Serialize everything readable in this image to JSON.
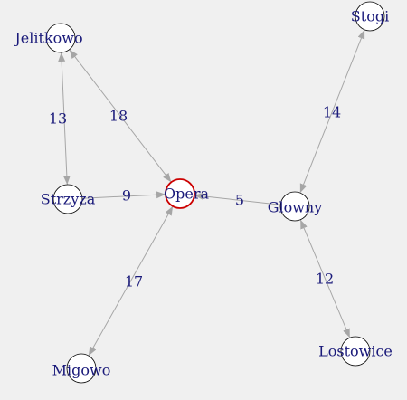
{
  "graph": {
    "colors": {
      "background": "#f0f0f0",
      "edge": "#a6a6a6",
      "arrow": "#a6a6a6",
      "node_stroke": "#000000",
      "node_fill": "#ffffff",
      "highlight_stroke": "#cc0000",
      "label": "#1a1a7a"
    },
    "nodes": [
      {
        "id": "opera",
        "label": "Opera",
        "highlight": true
      },
      {
        "id": "jelitkowo",
        "label": "Jelitkowo",
        "highlight": false
      },
      {
        "id": "stogi",
        "label": "Stogi",
        "highlight": false
      },
      {
        "id": "strzyza",
        "label": "Strzyza",
        "highlight": false
      },
      {
        "id": "glowny",
        "label": "Glowny",
        "highlight": false
      },
      {
        "id": "migowo",
        "label": "Migowo",
        "highlight": false
      },
      {
        "id": "lostowice",
        "label": "Lostowice",
        "highlight": false
      }
    ],
    "edges": [
      {
        "from": "jelitkowo",
        "to": "strzyza",
        "weight": "13",
        "directed": "both"
      },
      {
        "from": "jelitkowo",
        "to": "opera",
        "weight": "18",
        "directed": "both"
      },
      {
        "from": "strzyza",
        "to": "opera",
        "weight": "9",
        "directed": "to"
      },
      {
        "from": "glowny",
        "to": "opera",
        "weight": "5",
        "directed": "to"
      },
      {
        "from": "stogi",
        "to": "glowny",
        "weight": "14",
        "directed": "both"
      },
      {
        "from": "opera",
        "to": "migowo",
        "weight": "17",
        "directed": "both"
      },
      {
        "from": "glowny",
        "to": "lostowice",
        "weight": "12",
        "directed": "both"
      }
    ]
  }
}
